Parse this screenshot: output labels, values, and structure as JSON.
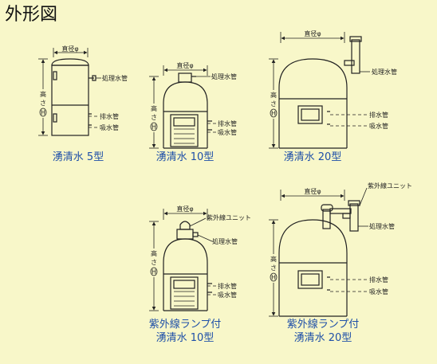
{
  "title": "外形図",
  "labels": {
    "diameter": "直径φ",
    "height_top": "高",
    "height_bottom": "さ",
    "height_h": "H",
    "treated_pipe": "処理水管",
    "drain_pipe": "排水管",
    "intake_pipe": "吸水管",
    "uv_unit": "紫外線ユニット"
  },
  "models": {
    "m5": "湧清水 5型",
    "m10": "湧清水 10型",
    "m20": "湧清水 20型",
    "uv10_line1": "紫外線ランプ付",
    "uv10_line2": "湧清水 10型",
    "uv20_line1": "紫外線ランプ付",
    "uv20_line2": "湧清水 20型"
  },
  "colors": {
    "background": "#f8f7c9",
    "ink": "#222222",
    "model_label": "#1e4fa8"
  }
}
